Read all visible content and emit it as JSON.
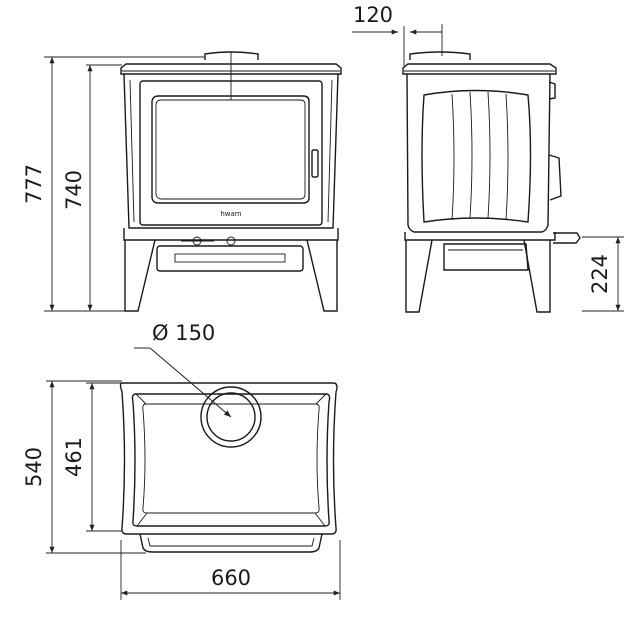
{
  "dimensions": {
    "flue_offset": "120",
    "total_height": "777",
    "flue_height": "740",
    "outlet_height": "224",
    "flue_diameter": "Ø 150",
    "total_depth": "540",
    "flue_depth": "461",
    "width": "660"
  },
  "brand_mark": "hwam"
}
